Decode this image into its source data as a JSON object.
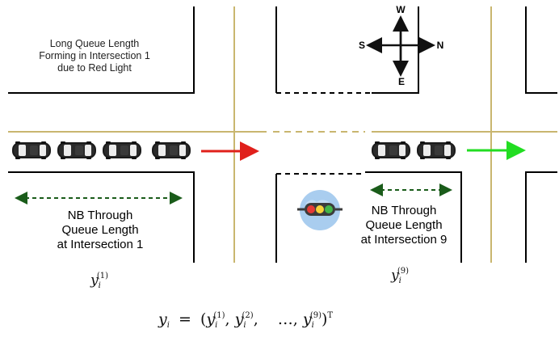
{
  "annotation": {
    "left_note": [
      "Long Queue Length",
      "Forming in Intersection 1",
      "due to Red Light"
    ],
    "left_queue_label": [
      "NB Through",
      "Queue Length",
      "at Intersection 1"
    ],
    "right_queue_label": [
      "NB Through",
      "Queue Length",
      "at Intersection 9"
    ]
  },
  "compass": {
    "north": "N",
    "south": "S",
    "east": "E",
    "west": "W"
  },
  "math": {
    "var": "y",
    "sub": "i",
    "sup_1": "(1)",
    "sup_2": "(2)",
    "sup_9": "(9)",
    "sup_T": "T",
    "equals": "=",
    "open_paren": "(",
    "close_paren": ")",
    "comma": ",",
    "dots": "…,"
  },
  "colors": {
    "road_line": "#c9b66f",
    "block": "#000000",
    "red_arrow": "#e0201b",
    "green_arrow": "#22dd22",
    "queue_arrow": "#1a5c1a",
    "signal_bg": "#a9cdef"
  },
  "icons": [
    "car-icon",
    "traffic-signal-icon",
    "compass-icon"
  ]
}
